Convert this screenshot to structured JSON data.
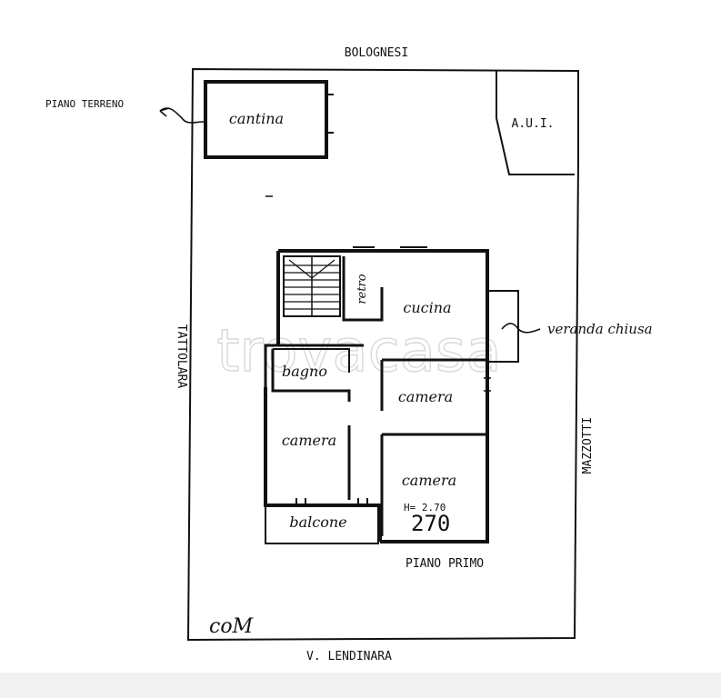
{
  "streets": {
    "north": "BOLOGNESI",
    "west": "TATTOLARA",
    "east": "MAZZOTTI",
    "south": "V. LENDINARA"
  },
  "ground_floor": {
    "label": "PIANO TERRENO",
    "cellar": "cantina",
    "aui": "A.U.I."
  },
  "first_floor": {
    "label": "PIANO PRIMO",
    "rooms": {
      "kitchen": "cucina",
      "retro": "retro",
      "veranda": "veranda chiusa",
      "bath": "bagno",
      "bedroom_left": "camera",
      "bedroom_mid": "camera",
      "bedroom_right": "camera",
      "balcony": "balcone"
    },
    "height_note": "H= 2.70",
    "height_value": "270"
  },
  "watermark": "trovacasa",
  "corner_note": "coM",
  "colors": {
    "ink": "#111111",
    "watermark": "#d8d8d8"
  }
}
